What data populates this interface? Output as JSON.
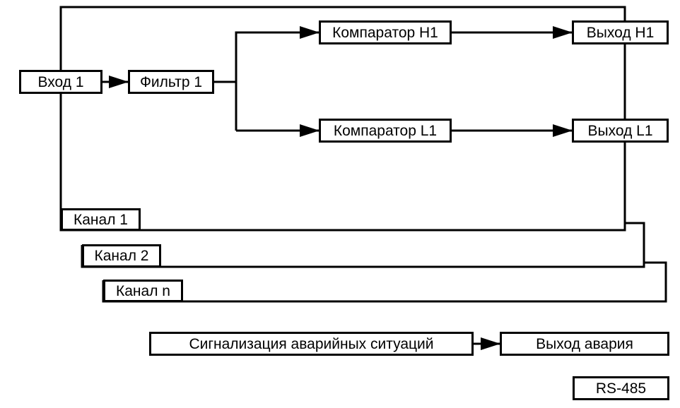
{
  "blocks": {
    "input_1": "Вход 1",
    "filter_1": "Фильтр 1",
    "comparator_h1": "Компаратор H1",
    "comparator_l1": "Компаратор L1",
    "output_h1": "Выход H1",
    "output_l1": "Выход L1",
    "alarm_signaling": "Сигнализация аварийных ситуаций",
    "alarm_output": "Выход авария",
    "rs485": "RS-485"
  },
  "channels": {
    "channel_1": "Канал 1",
    "channel_2": "Канал 2",
    "channel_n": "Канал n"
  }
}
